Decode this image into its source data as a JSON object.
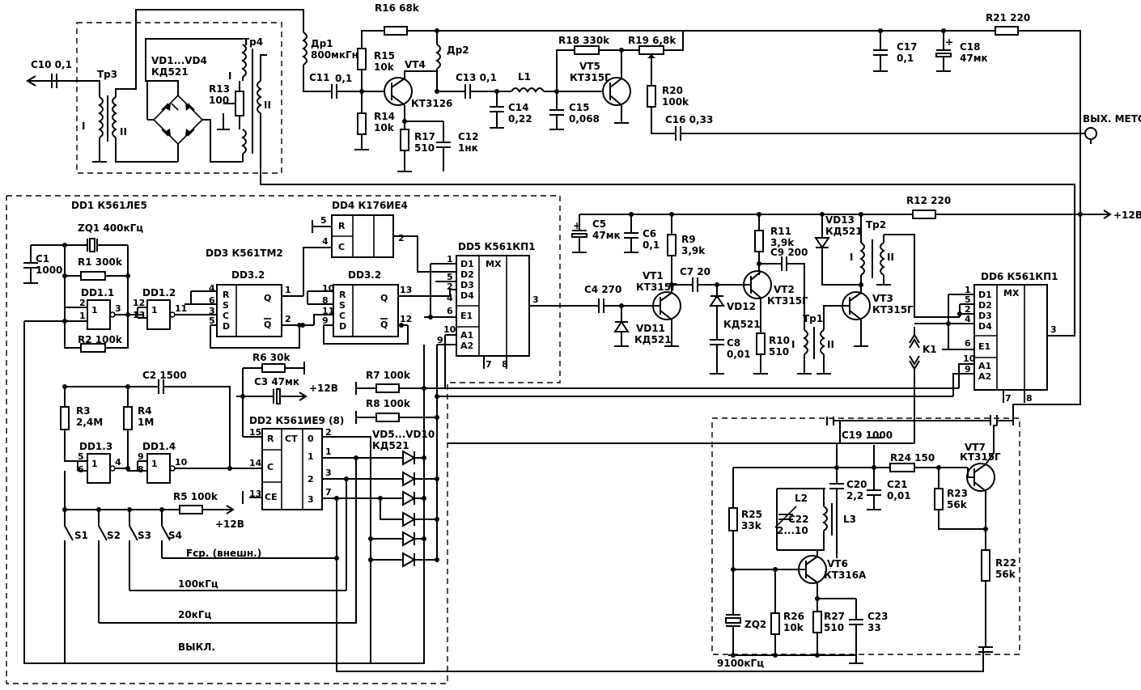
{
  "labels": {
    "c10": "C10 0,1",
    "tr3": "Тр3",
    "vd1vd4": "VD1...VD4",
    "vd1vd4_type": "КД521",
    "r13": "R13",
    "r13v": "100",
    "tr4": "Тр4",
    "dr1": "Др1",
    "dr1v": "800мкГн",
    "c11": "C11",
    "c11v": "0,1",
    "r16": "R16 68k",
    "r15": "R15",
    "r15v": "10k",
    "r14": "R14",
    "r14v": "10k",
    "vt4": "VT4",
    "vt4_type": "КТ3126",
    "r17": "R17",
    "r17v": "510",
    "c12": "C12",
    "c12v": "1нк",
    "dr2": "Др2",
    "c13": "C13 0,1",
    "l1": "L1",
    "c14": "C14",
    "c14v": "0,22",
    "c15": "C15",
    "c15v": "0,068",
    "r18": "R18 330k",
    "vt5": "VT5",
    "vt5_type": "КТ315Г",
    "r19": "R19 6,8k",
    "r20": "R20",
    "r20v": "100k",
    "c16": "C16 0,33",
    "c17": "C17",
    "c17v": "0,1",
    "c18": "C18",
    "c18v": "47мк",
    "r21": "R21 220",
    "out_marks": "ВЫХ. МЕТОК",
    "dd1": "DD1 К561ЛЕ5",
    "zq1": "ZQ1 400кГц",
    "c1": "C1",
    "c1v": "1000",
    "r1": "R1 300k",
    "dd11": "DD1.1",
    "dd12": "DD1.2",
    "r2": "R2 100k",
    "dd3": "DD3 К561ТМ2",
    "dd32a": "DD3.2",
    "dd32b": "DD3.2",
    "dd4": "DD4 К176ИЕ4",
    "dd5": "DD5 К561КП1",
    "mx": "MX",
    "c2": "C2 1500",
    "r3": "R3",
    "r3v": "2,4M",
    "r4": "R4",
    "r4v": "1M",
    "dd13": "DD1.3",
    "dd14": "DD1.4",
    "r5": "R5 100k",
    "plus12": "+12В",
    "r6": "R6 30k",
    "c3": "C3 47мк",
    "dd2": "DD2 К561ИЕ9 (8)",
    "r7": "R7 100k",
    "r8": "R8 100k",
    "vd5vd10": "VD5...VD10",
    "vd5_type": "КД521",
    "s1": "S1",
    "s2": "S2",
    "s3": "S3",
    "s4": "S4",
    "fext": "Fср. (внешн.)",
    "f100": "100кГц",
    "f20": "20кГц",
    "off": "ВЫКЛ.",
    "c5": "C5",
    "c5v": "47мк",
    "c6": "C6",
    "c6v": "0,1",
    "r9": "R9",
    "r9v": "3,9k",
    "c7": "C7 20",
    "r11": "R11",
    "r11v": "3,9k",
    "c9": "C9 200",
    "vd13": "VD13",
    "vd13_type": "КД521",
    "tr2": "Тр2",
    "r12": "R12 220",
    "plus12r": "+12В",
    "c4": "C4 270",
    "vt1": "VT1",
    "vt1_type": "КТ315Г",
    "vd11": "VD11",
    "vd11_type": "КД521",
    "vd12": "VD12",
    "vd12_type": "КД521",
    "c8": "C8",
    "c8v": "0,01",
    "vt2": "VT2",
    "vt2_type": "КТ315Г",
    "r10": "R10",
    "r10v": "510",
    "tr1": "Тр1",
    "vt3": "VT3",
    "vt3_type": "КТ315Г",
    "k1": "K1",
    "dd6": "DD6 К561КП1",
    "c19": "C19 1000",
    "r24": "R24 150",
    "vt7": "VT7",
    "vt7_type": "КТ315Г",
    "c20": "C20",
    "c20v": "2,2",
    "c21": "C21",
    "c21v": "0,01",
    "r23": "R23",
    "r23v": "56k",
    "r25": "R25",
    "r25v": "33k",
    "l2": "L2",
    "c22": "C22",
    "c22v": "2...10",
    "l3": "L3",
    "vt6": "VT6",
    "vt6_type": "КТ316А",
    "r22": "R22",
    "r22v": "56k",
    "zq2": "ZQ2",
    "r26": "R26",
    "r26v": "10k",
    "r27": "R27",
    "r27v": "510",
    "c23": "C23",
    "c23v": "33",
    "f9100": "9100кГц",
    "ct": "СТ",
    "pin_r": "R",
    "pin_c": "C",
    "pin_ce": "CE",
    "pin_s": "S",
    "pin_d": "D",
    "pin_q": "Q",
    "pin_qn": "Q",
    "one": "1",
    "d1": "D1",
    "d2": "D2",
    "d3": "D3",
    "d4": "D4",
    "e1": "E1",
    "a1": "A1",
    "a2": "A2",
    "roman1": "I",
    "roman2": "II"
  }
}
